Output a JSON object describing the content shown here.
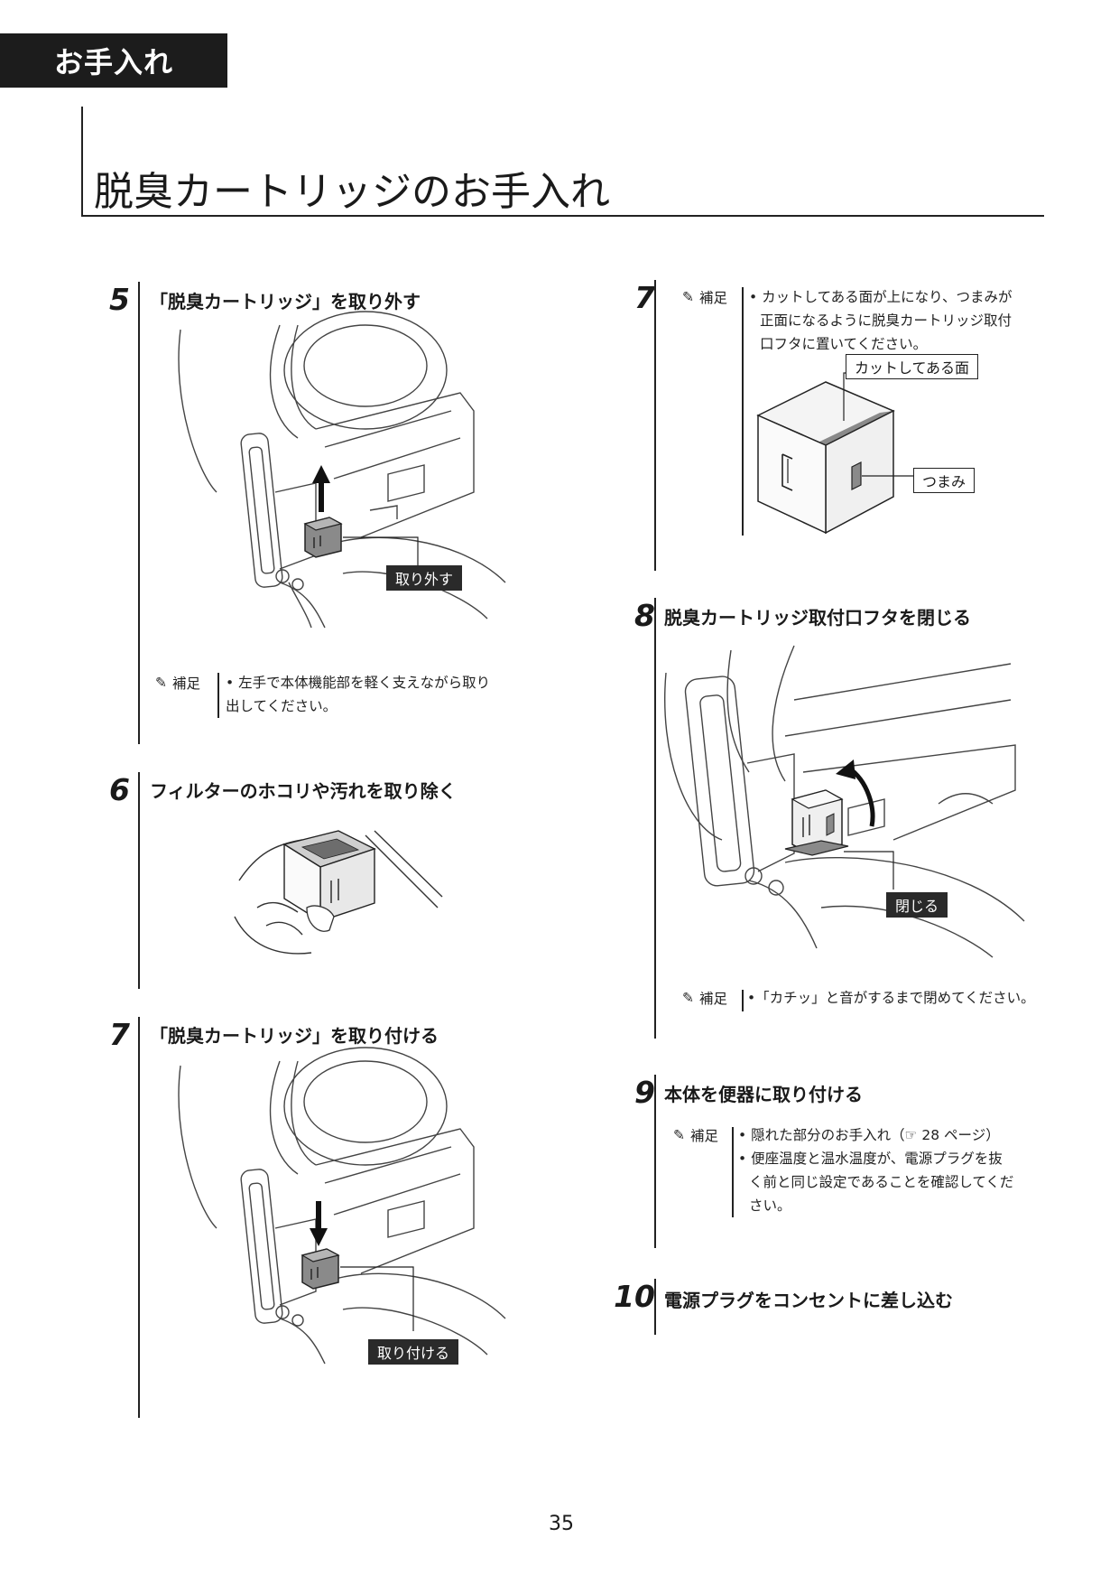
{
  "header": {
    "tab_label": "お手入れ",
    "page_title": "脱臭カートリッジのお手入れ"
  },
  "note_label": "補足",
  "steps": [
    {
      "num": "5",
      "title": "「脱臭カートリッジ」を取り外す",
      "callout": "取り外す",
      "notes": [
        "• 左手で本体機能部を軽く支えながら取り",
        "出してください。"
      ]
    },
    {
      "num": "6",
      "title": "フィルターのホコリや汚れを取り除く"
    },
    {
      "num": "7",
      "title": "「脱臭カートリッジ」を取り付ける",
      "callout": "取り付ける"
    },
    {
      "num": "7",
      "notes": [
        "• カットしてある面が上になり、つまみが",
        "正面になるように脱臭カートリッジ取付",
        "口フタに置いてください。"
      ],
      "callouts": [
        "カットしてある面",
        "つまみ"
      ]
    },
    {
      "num": "8",
      "title": "脱臭カートリッジ取付口フタを閉じる",
      "callout": "閉じる",
      "notes": [
        "•「カチッ」と音がするまで閉めてください。"
      ]
    },
    {
      "num": "9",
      "title": "本体を便器に取り付ける",
      "notes": [
        "• 隠れた部分のお手入れ（☞ 28 ページ）",
        "• 便座温度と温水温度が、電源プラグを抜",
        "く前と同じ設定であることを確認してくだ",
        "さい。"
      ]
    },
    {
      "num": "10",
      "title": "電源プラグをコンセントに差し込む"
    }
  ],
  "page_number": "35",
  "colors": {
    "tab_bg": "#1c1c1c",
    "callout_bg": "#2a2a2a",
    "cartridge_gray": "#8a8a8a"
  },
  "icons": [
    "pencil-icon",
    "reference-hand-icon"
  ]
}
